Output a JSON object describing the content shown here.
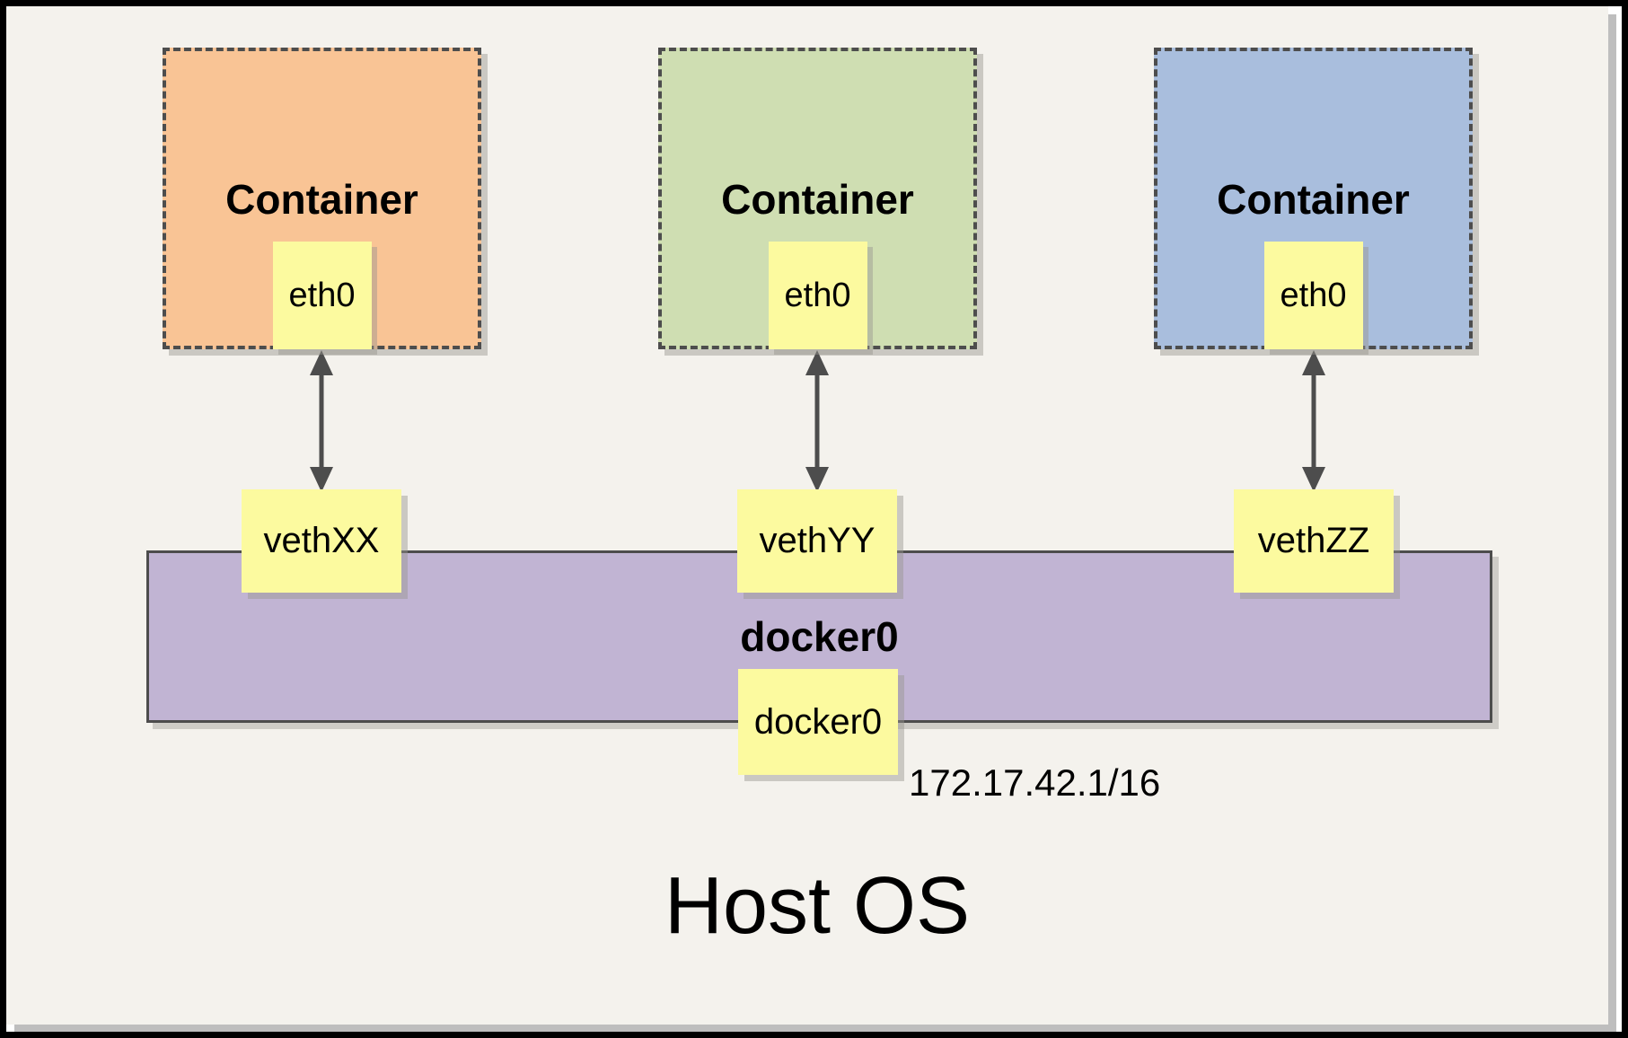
{
  "colors": {
    "canvas_background": "#F4F2ED",
    "frame_black": "#000000",
    "container_orange": "#F9C495",
    "container_green": "#CFDEB2",
    "container_blue": "#A9BEDD",
    "note_yellow": "#FCFA9F",
    "bridge_purple": "#C1B4D3",
    "stroke_dark_gray": "#4D4D4D"
  },
  "diagram": {
    "containers": [
      {
        "label": "Container",
        "interface_label": "eth0",
        "veth_label": "vethXX"
      },
      {
        "label": "Container",
        "interface_label": "eth0",
        "veth_label": "vethYY"
      },
      {
        "label": "Container",
        "interface_label": "eth0",
        "veth_label": "vethZZ"
      }
    ],
    "bridge": {
      "label": "docker0",
      "interface_label": "docker0",
      "ip_address": "172.17.42.1/16"
    },
    "host_label": "Host OS"
  }
}
